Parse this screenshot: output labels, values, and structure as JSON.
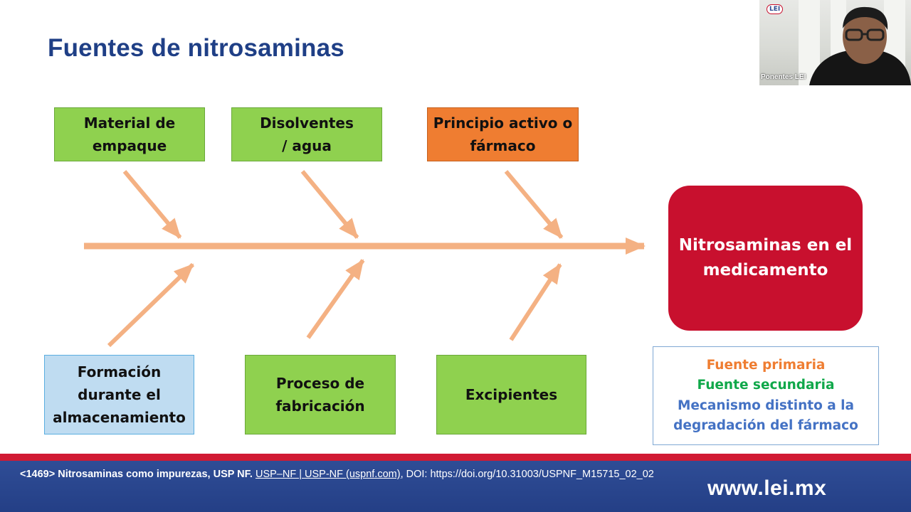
{
  "title": "Fuentes de nitrosaminas",
  "diagram": {
    "top_causes": [
      {
        "label": "Material de\nempaque",
        "category": "secondary"
      },
      {
        "label": "Disolventes\n/ agua",
        "category": "secondary"
      },
      {
        "label": "Principio activo o\nfármaco",
        "category": "primary"
      }
    ],
    "bottom_causes": [
      {
        "label": "Formación\ndurante el\nalmacenamiento",
        "category": "degradation"
      },
      {
        "label": "Proceso de\nfabricación",
        "category": "secondary"
      },
      {
        "label": "Excipientes",
        "category": "secondary"
      }
    ],
    "effect": "Nitrosaminas en el\nmedicamento",
    "legend": {
      "primary": "Fuente primaria",
      "secondary": "Fuente secundaria",
      "degradation": "Mecanismo distinto a la\ndegradación del fármaco"
    },
    "colors": {
      "primary": "#ef7d31",
      "secondary": "#8fd14f",
      "degradation": "#bfdcf1",
      "effect": "#c8102e",
      "arrow": "#f4b183"
    }
  },
  "webcam": {
    "logo": "LEI",
    "label": "Ponentes LEI"
  },
  "footer": {
    "citation_ref": "<1469> Nitrosaminas como impurezas, USP NF.",
    "citation_link": "USP–NF | USP-NF (uspnf.com)",
    "citation_doi": ", DOI: https://doi.org/10.31003/USPNF_M15715_02_02",
    "site": "www.lei.mx"
  }
}
